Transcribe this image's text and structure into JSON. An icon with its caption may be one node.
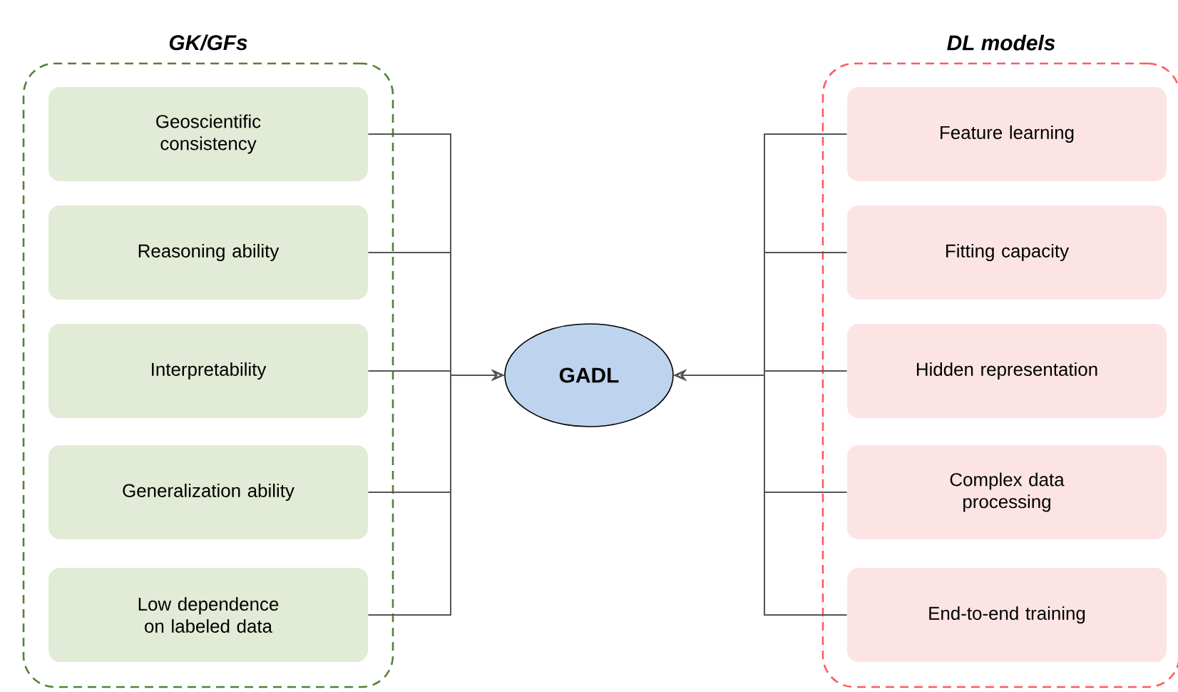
{
  "diagram": {
    "nodes": [
      {
        "text": [
          "GK/GFs"
        ]
      },
      {
        "text": [
          "Geoscientific consistency"
        ],
        "in": 0
      },
      {
        "text": [
          "Reasoning ability"
        ],
        "in": 0
      },
      {
        "text": [
          "Interpretability"
        ],
        "in": 0
      },
      {
        "text": [
          "Generalization ability"
        ],
        "in": 0
      },
      {
        "text": [
          "Low dependence on labeled data"
        ],
        "in": 0
      },
      {
        "text": [
          "GADL"
        ]
      },
      {
        "text": [
          "DL models"
        ]
      },
      {
        "text": [
          "Feature learning"
        ],
        "in": 7
      },
      {
        "text": [
          "Fitting capacity"
        ],
        "in": 7
      },
      {
        "text": [
          "Hidden representation"
        ],
        "in": 7
      },
      {
        "text": [
          "Complex data processing"
        ],
        "in": 7
      },
      {
        "text": [
          "End-to-end training"
        ],
        "in": 7
      }
    ],
    "edges": [
      {
        "from": 1,
        "to": 6,
        "arrow": "to"
      },
      {
        "from": 2,
        "to": 6,
        "arrow": "to"
      },
      {
        "from": 3,
        "to": 6,
        "arrow": "to"
      },
      {
        "from": 4,
        "to": 6,
        "arrow": "to"
      },
      {
        "from": 5,
        "to": 6,
        "arrow": "to"
      },
      {
        "from": 8,
        "to": 6,
        "arrow": "to"
      },
      {
        "from": 9,
        "to": 6,
        "arrow": "to"
      },
      {
        "from": 10,
        "to": 6,
        "arrow": "to"
      },
      {
        "from": 11,
        "to": 6,
        "arrow": "to"
      },
      {
        "from": 12,
        "to": 6,
        "arrow": "to"
      }
    ]
  }
}
